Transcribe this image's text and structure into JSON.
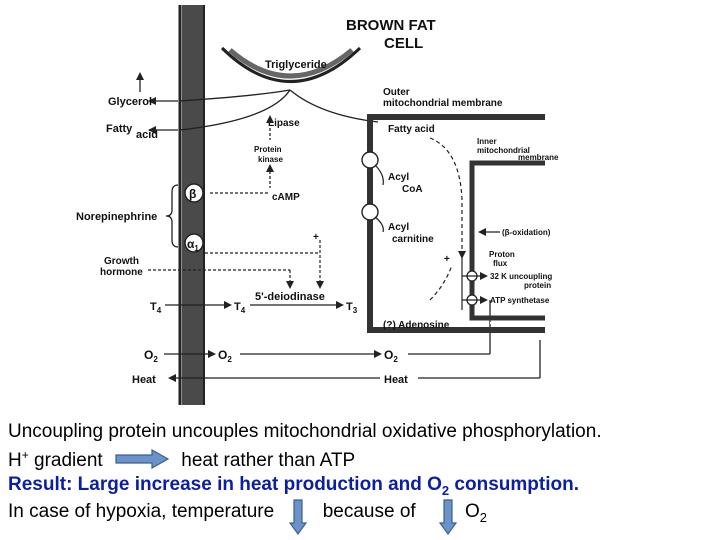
{
  "diagram": {
    "title_line1": "BROWN FAT",
    "title_line2": "CELL",
    "triglyceride": "Triglyceride",
    "glycerol": "Glycerol",
    "fatty_acid_left_1": "Fatty",
    "fatty_acid_left_2": "acid",
    "lipase": "Lipase",
    "protein_kinase_1": "Protein",
    "protein_kinase_2": "kinase",
    "camp": "cAMP",
    "beta": "β",
    "alpha1": "α",
    "alpha1_sub": "1",
    "norepinephrine": "Norepinephrine",
    "growth_hormone_1": "Growth",
    "growth_hormone_2": "hormone",
    "t4_left": "T",
    "t4_left_sub": "4",
    "t4_mid": "T",
    "t4_mid_sub": "4",
    "deiodinase": "5'-deiodinase",
    "t3": "T",
    "t3_sub": "3",
    "o2_left": "O",
    "o2_left_sub": "2",
    "o2_mid": "O",
    "o2_mid_sub": "2",
    "o2_right": "O",
    "o2_right_sub": "2",
    "heat_left": "Heat",
    "heat_right": "Heat",
    "outer_membrane_1": "Outer",
    "outer_membrane_2": "mitochondrial membrane",
    "fatty_acid_right": "Fatty acid",
    "inner_membrane_1": "Inner",
    "inner_membrane_2": "mitochondrial",
    "inner_membrane_3": "membrane",
    "acyl_coa_1": "Acyl",
    "acyl_coa_2": "CoA",
    "acyl_carnitine_1": "Acyl",
    "acyl_carnitine_2": "carnitine",
    "beta_oxidation": "(β-oxidation)",
    "proton_flux_1": "Proton",
    "proton_flux_2": "flux",
    "uncoupling_1": "32 K uncoupling",
    "uncoupling_2": "protein",
    "atp_synthetase": "ATP synthetase",
    "adenosine": "(?) Adenosine",
    "plus": "+"
  },
  "caption": {
    "line1": "Uncoupling protein uncouples mitochondrial oxidative phosphorylation.",
    "line2_a": "H",
    "line2_sup": "+",
    "line2_b": " gradient",
    "line2_c": "heat rather than ATP",
    "line3_a": "Result:  Large increase in heat production and O",
    "line3_sub": "2",
    "line3_b": " consumption.",
    "line4_a": "In case of hypoxia, temperature",
    "line4_b": "because of",
    "line4_c": "O",
    "line4_sub": "2"
  },
  "colors": {
    "result_text": "#0b1fa6",
    "arrow_fill": "#6b93c7",
    "arrow_stroke": "#3b5f91",
    "membrane": "#333333"
  }
}
